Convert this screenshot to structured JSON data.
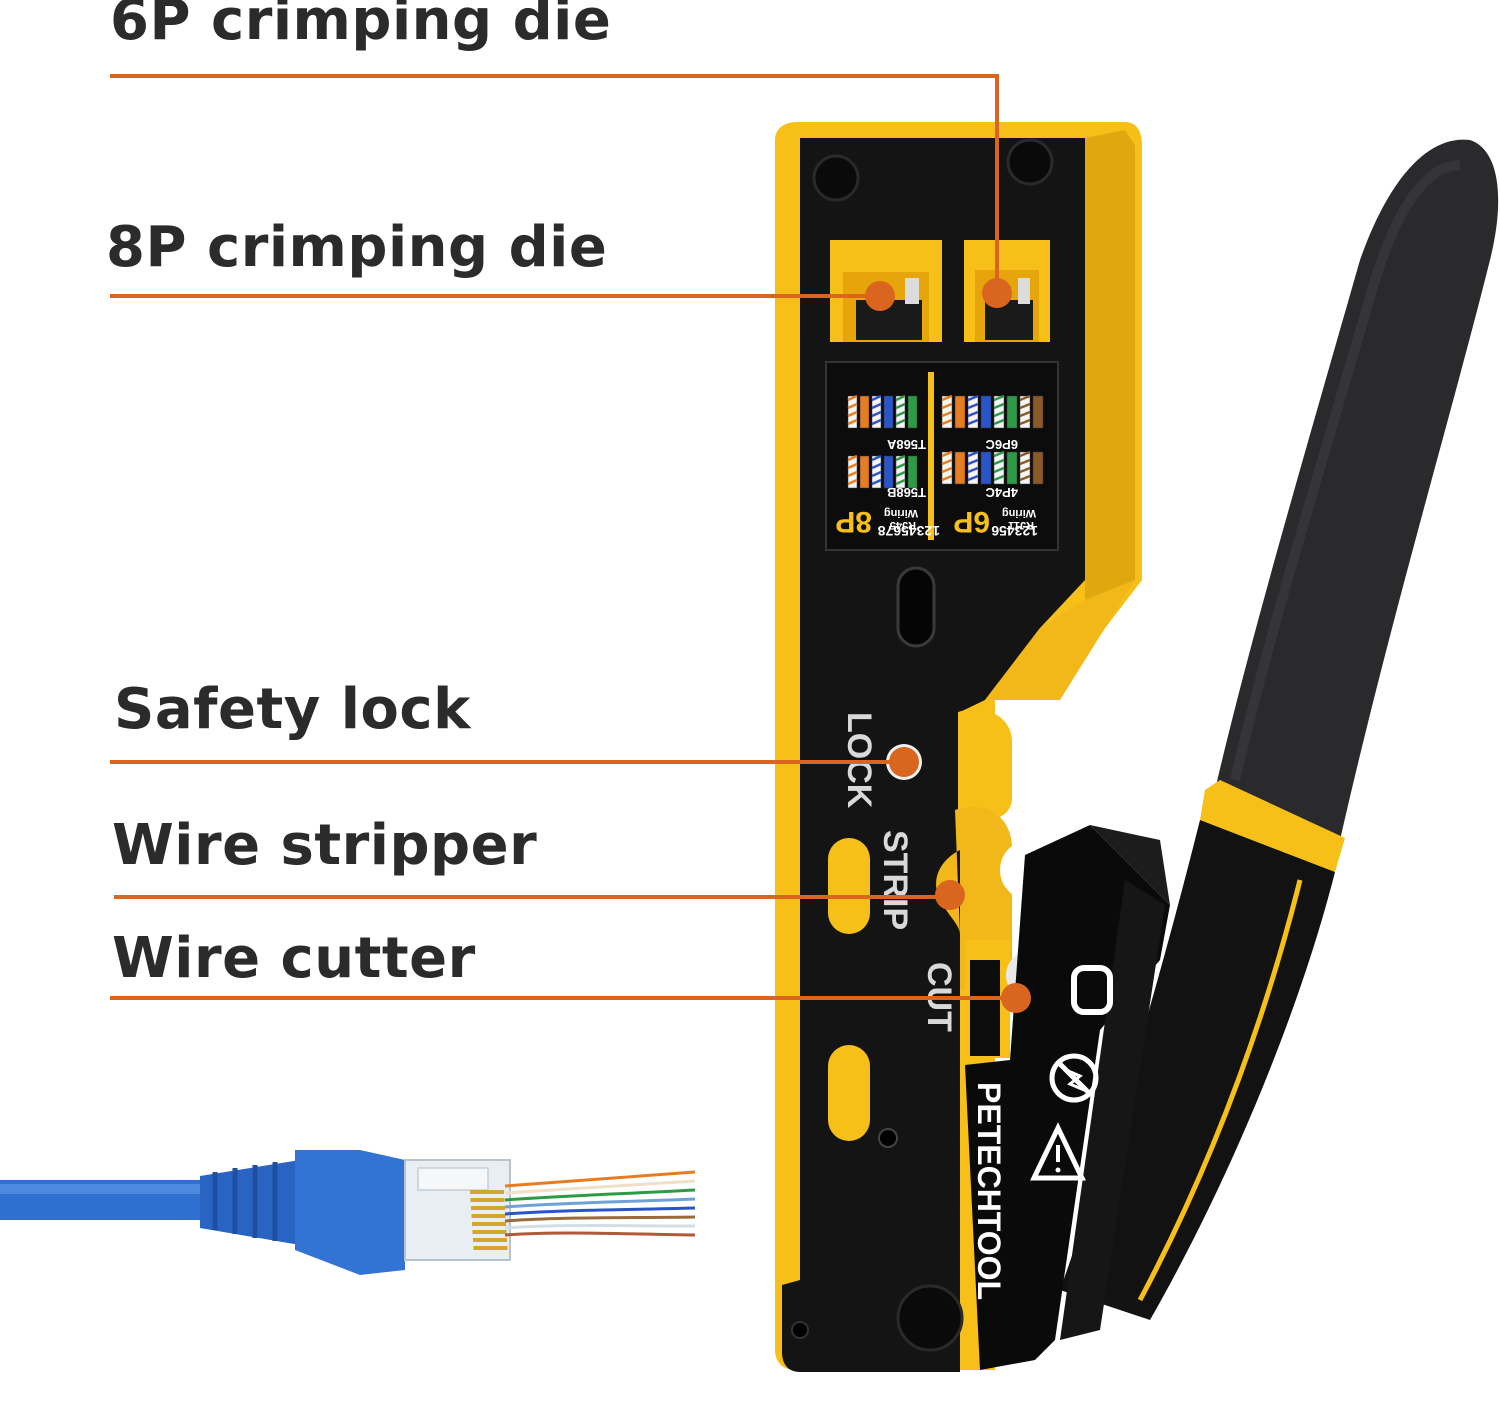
{
  "callouts": {
    "six_p_die": "6P crimping die",
    "eight_p_die": "8P crimping die",
    "safety_lock": "Safety lock",
    "wire_stripper": "Wire stripper",
    "wire_cutter": "Wire cutter"
  },
  "tool_markings": {
    "lock": "LOCK",
    "strip": "STRIP",
    "cut": "CUT",
    "brand": "PETECHTOOL",
    "pins_8": "12345678",
    "pins_6": "123456",
    "std_a": "T568A",
    "std_b": "T568B",
    "p6c": "6P6C",
    "p4c": "4P4C",
    "big_8p": "8P",
    "big_6p": "6P",
    "rj45": "RJ45",
    "rj11": "RJ11",
    "wiring": "Wiring"
  },
  "colors": {
    "leader_line": "#d9651f",
    "tool_yellow": "#f6c019",
    "tool_black": "#141414",
    "cable_blue": "#2f6fd0",
    "label_text": "#2b2b2b"
  }
}
